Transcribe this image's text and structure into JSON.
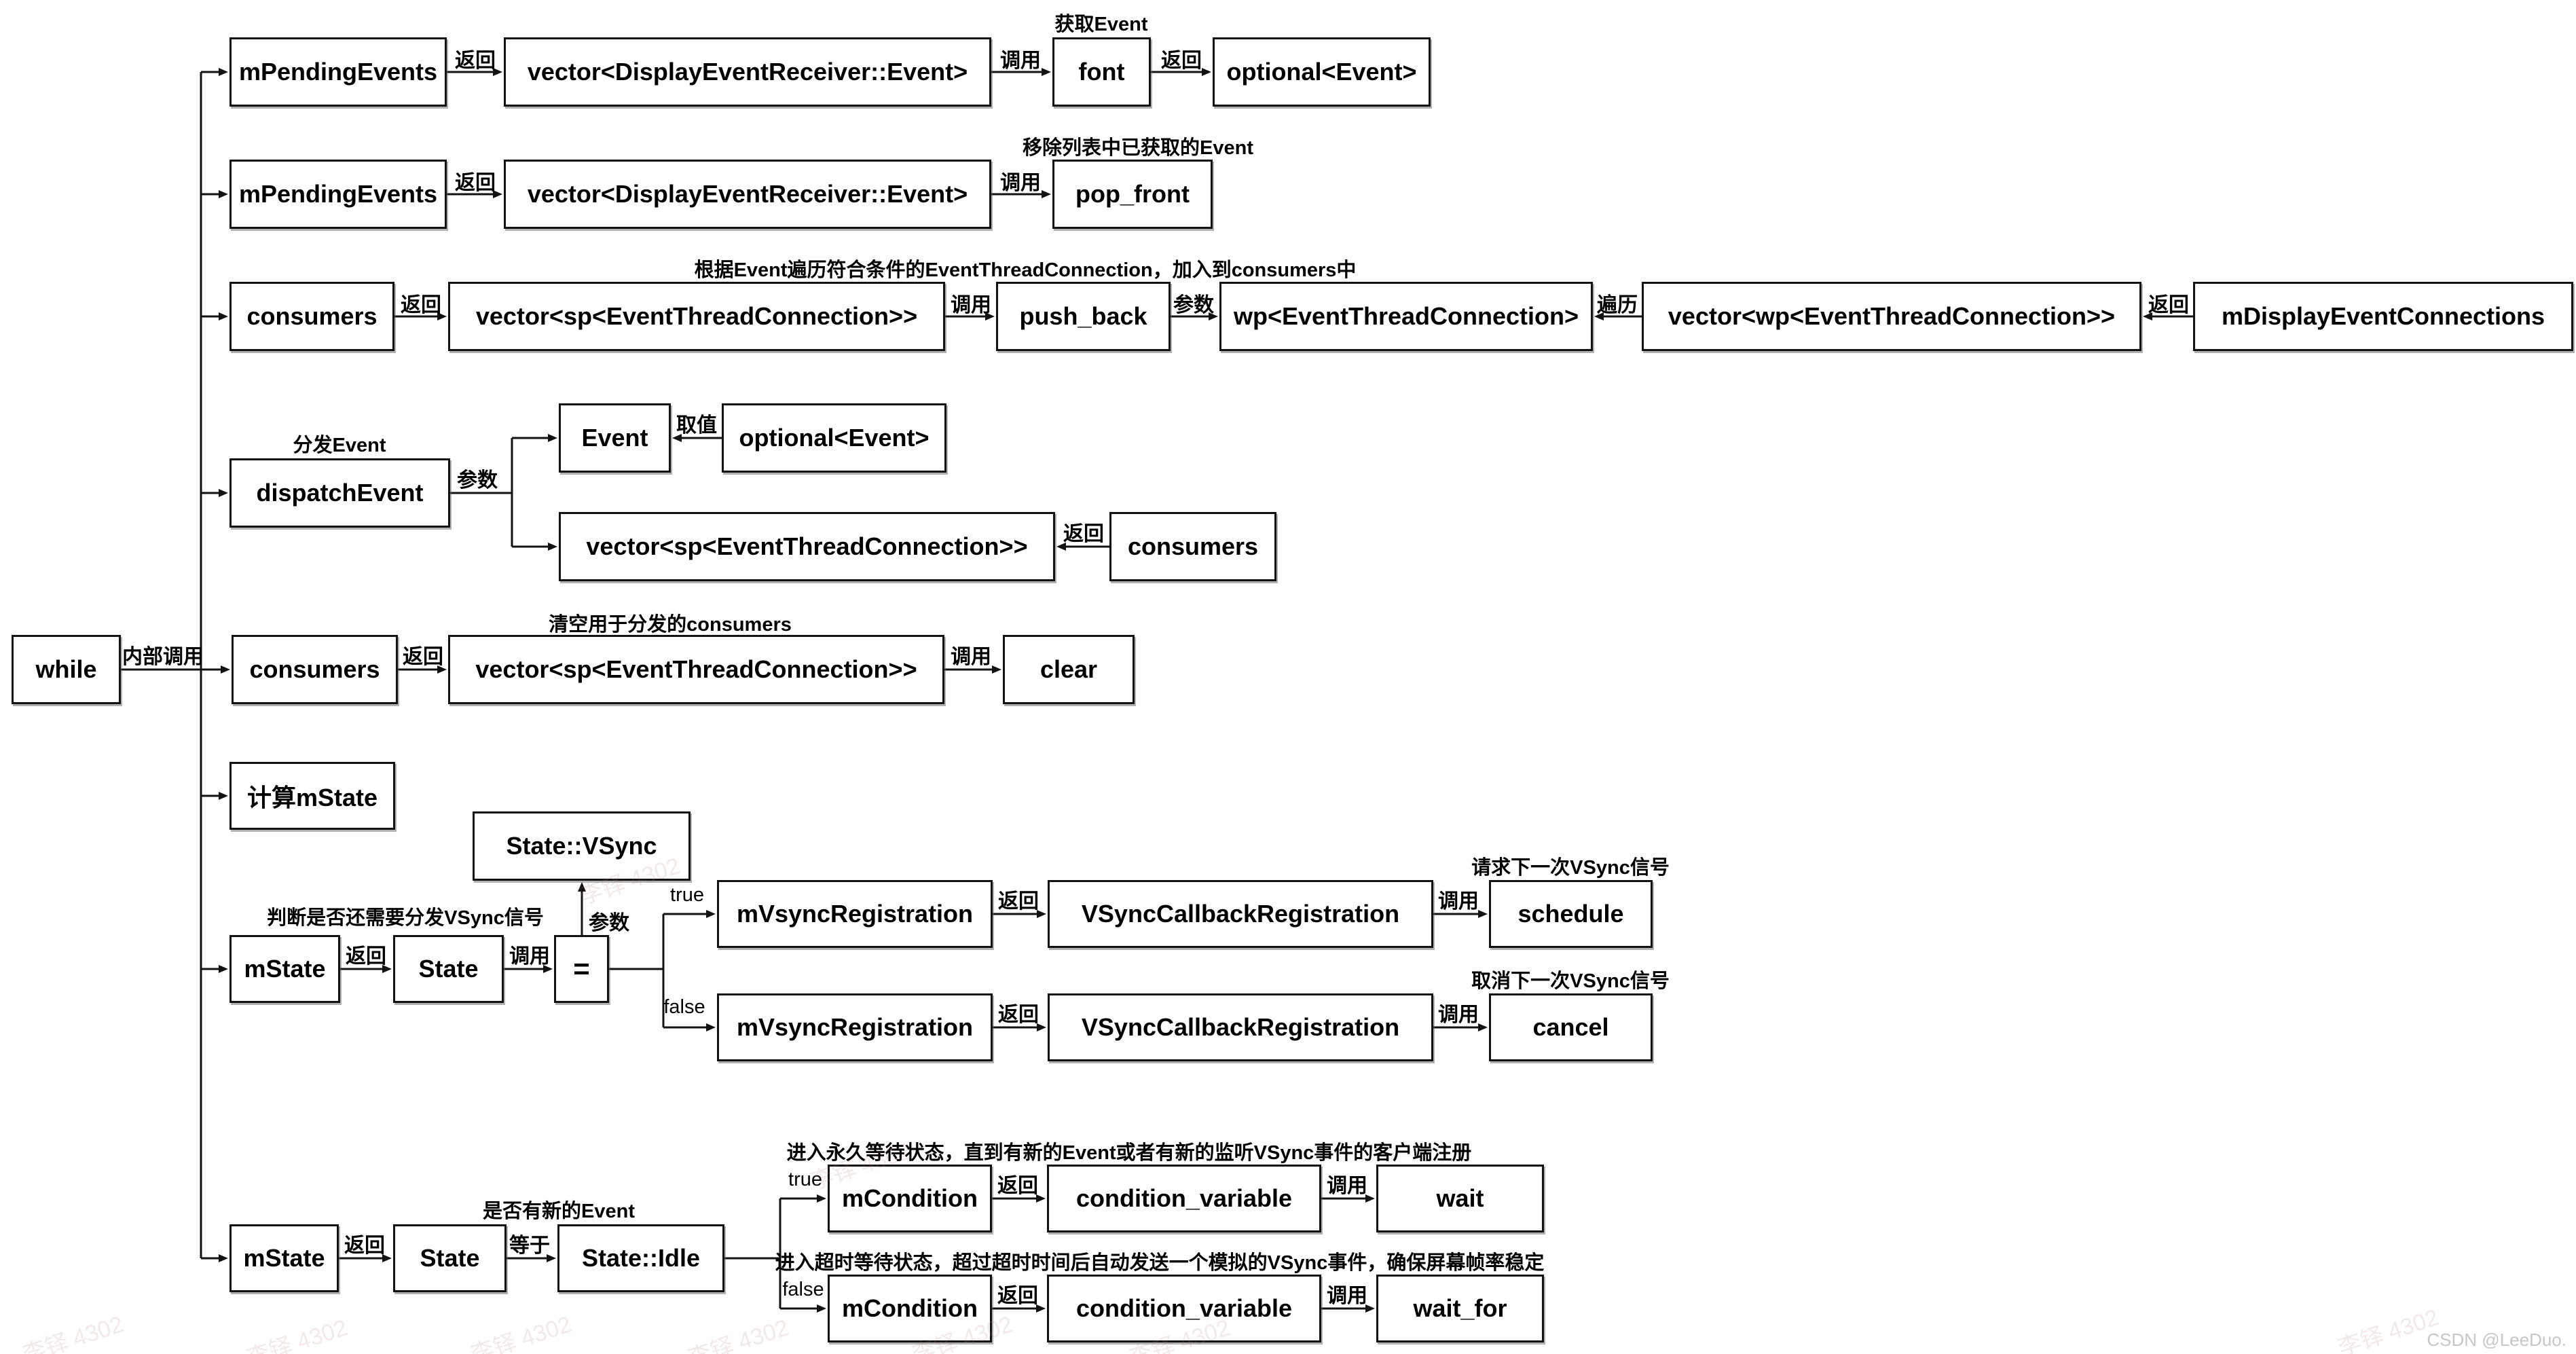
{
  "nodes": {
    "while_loop": "while",
    "r1_mpendingevents": "mPendingEvents",
    "r1_vector_event": "vector<DisplayEventReceiver::Event>",
    "r1_front": "font",
    "r1_optional_event": "optional<Event>",
    "r2_mpendingevents": "mPendingEvents",
    "r2_vector_event": "vector<DisplayEventReceiver::Event>",
    "r2_pop_front": "pop_front",
    "r3_consumers": "consumers",
    "r3_vector_sp": "vector<sp<EventThreadConnection>>",
    "r3_push_back": "push_back",
    "r3_wp_conn": "wp<EventThreadConnection>",
    "r3_vector_wp": "vector<wp<EventThreadConnection>>",
    "r3_mdisplay": "mDisplayEventConnections",
    "dispatch_event": "dispatchEvent",
    "ev": "Event",
    "opt_event": "optional<Event>",
    "disp_vector_sp": "vector<sp<EventThreadConnection>>",
    "disp_consumers": "consumers",
    "cl_consumers": "consumers",
    "cl_vector_sp": "vector<sp<EventThreadConnection>>",
    "cl_clear": "clear",
    "compute_mstate": "计算mState",
    "state_vsync": "State::VSync",
    "vs_mstate": "mState",
    "vs_state": "State",
    "vs_eq": "=",
    "vs_reg_true": "mVsyncRegistration",
    "vs_cb_true": "VSyncCallbackRegistration",
    "vs_schedule": "schedule",
    "vs_reg_false": "mVsyncRegistration",
    "vs_cb_false": "VSyncCallbackRegistration",
    "vs_cancel": "cancel",
    "idle_mstate": "mState",
    "idle_state": "State",
    "idle_value": "State::Idle",
    "idle_mcond_true": "mCondition",
    "idle_condvar_true": "condition_variable",
    "idle_wait": "wait",
    "idle_mcond_false": "mCondition",
    "idle_condvar_false": "condition_variable",
    "idle_wait_for": "wait_for"
  },
  "edge_labels": {
    "return": "返回",
    "call": "调用",
    "param": "参数",
    "iterate": "遍历",
    "get_value": "取值",
    "equals_to": "等于",
    "internal_call": "内部调用",
    "true": "true",
    "false": "false"
  },
  "captions": {
    "get_event": "获取Event",
    "remove_fetched": "移除列表中已获取的Event",
    "row3": "根据Event遍历符合条件的EventThreadConnection，加入到consumers中",
    "dispatch": "分发Event",
    "clear_consumers": "清空用于分发的consumers",
    "vsync_question": "判断是否还需要分发VSync信号",
    "schedule": "请求下一次VSync信号",
    "cancel": "取消下一次VSync信号",
    "idle_question": "是否有新的Event",
    "wait": "进入永久等待状态，直到有新的Event或者有新的监听VSync事件的客户端注册",
    "wait_for": "进入超时等待状态，超过超时时间后自动发送一个模拟的VSync事件，确保屏幕帧率稳定"
  },
  "watermark": {
    "credit": "CSDN @LeeDuo.",
    "diagonal": "李铎 4302"
  },
  "colors": {
    "line": "#121212",
    "text": "#000000",
    "background": "#ffffff",
    "watermark_gray": "#c7c7c7"
  }
}
